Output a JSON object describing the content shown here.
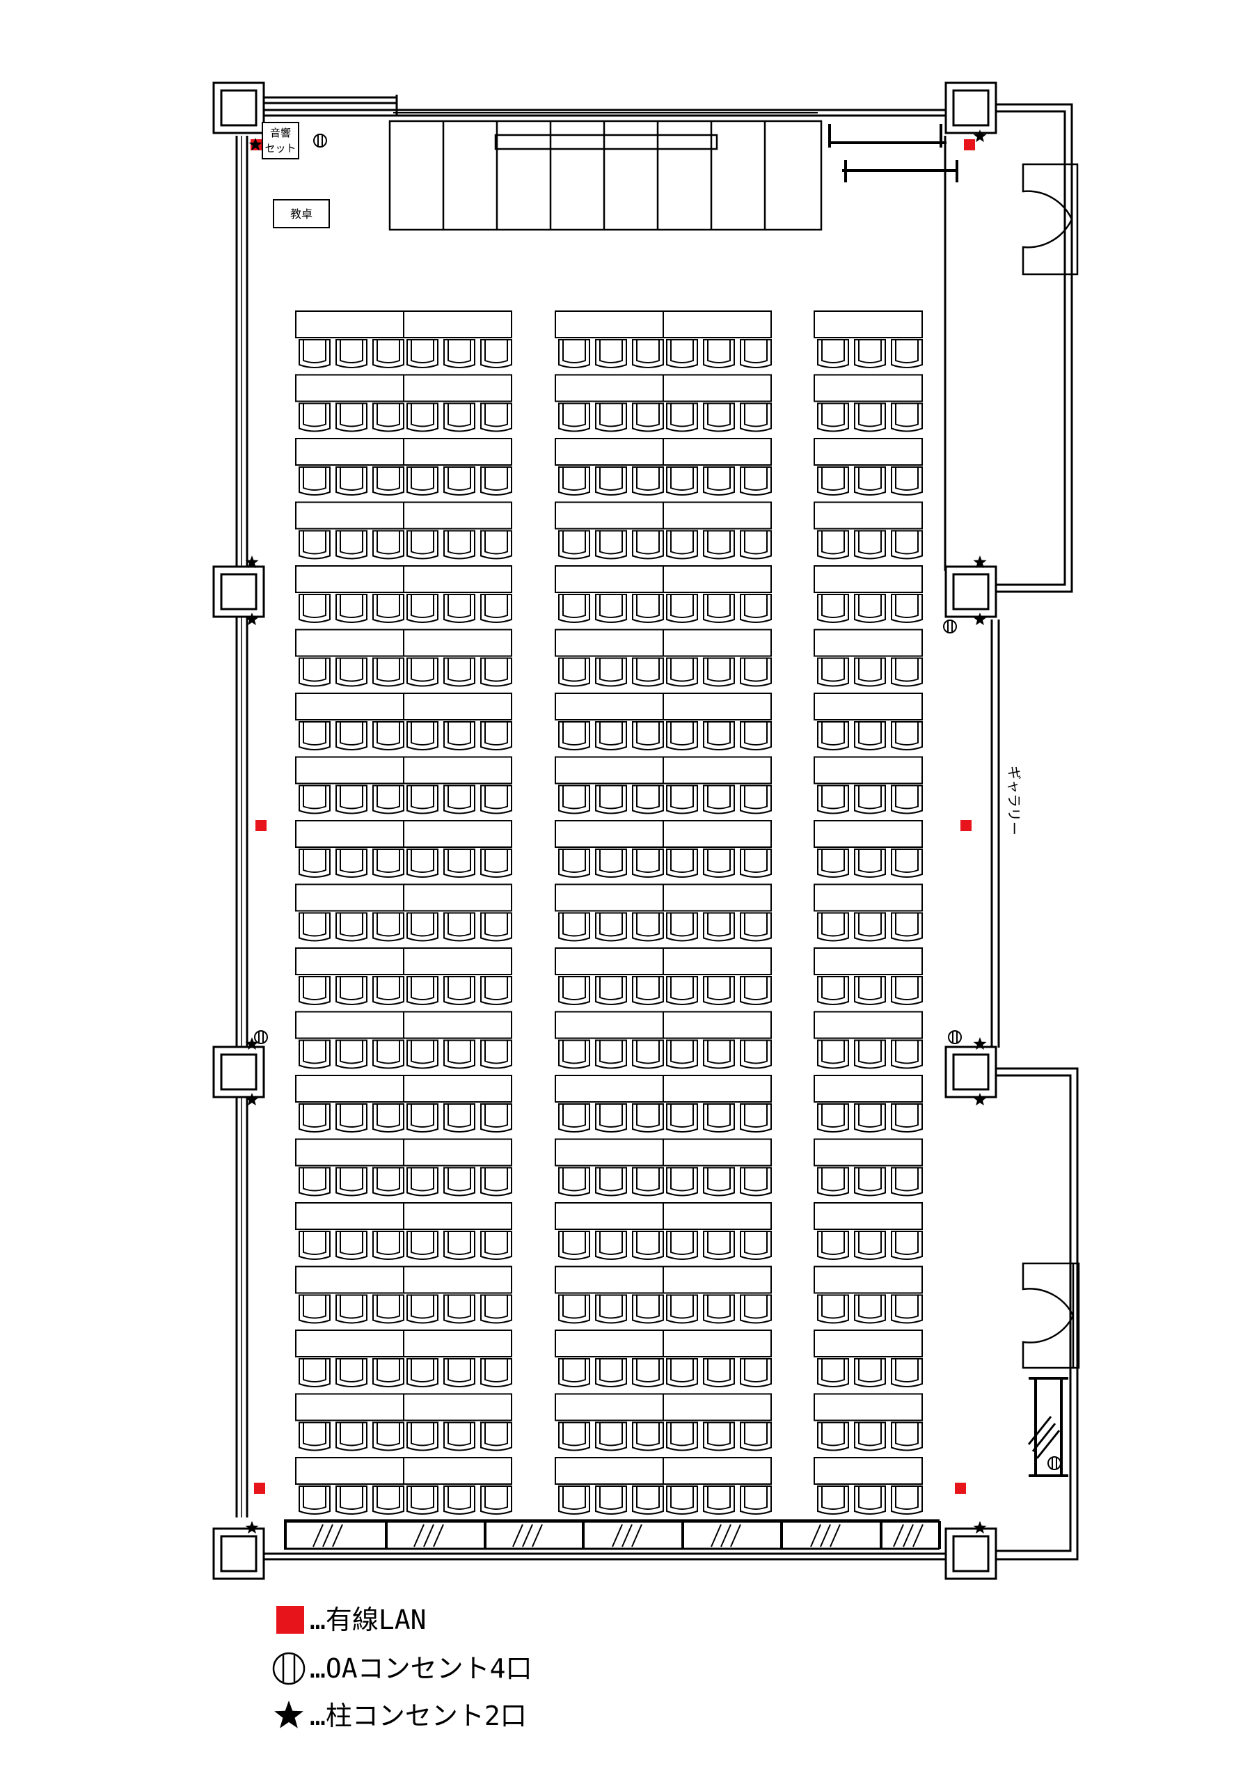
{
  "labels": {
    "audio_line1": "音響",
    "audio_line2": "セット",
    "lectern": "教卓",
    "gallery": "ギャラリー"
  },
  "legend": [
    {
      "text": "…有線LAN"
    },
    {
      "text": "…OAコンセント4口"
    },
    {
      "text": "…柱コンセント2口"
    }
  ],
  "colors": {
    "lan": "#e8141b",
    "ink": "#000000"
  },
  "seating": {
    "rows": 19,
    "blocks": [
      {
        "desks_per_row": 2,
        "seats_per_desk": 3
      },
      {
        "desks_per_row": 2,
        "seats_per_desk": 3
      },
      {
        "desks_per_row": 1,
        "seats_per_desk": 3
      }
    ]
  }
}
